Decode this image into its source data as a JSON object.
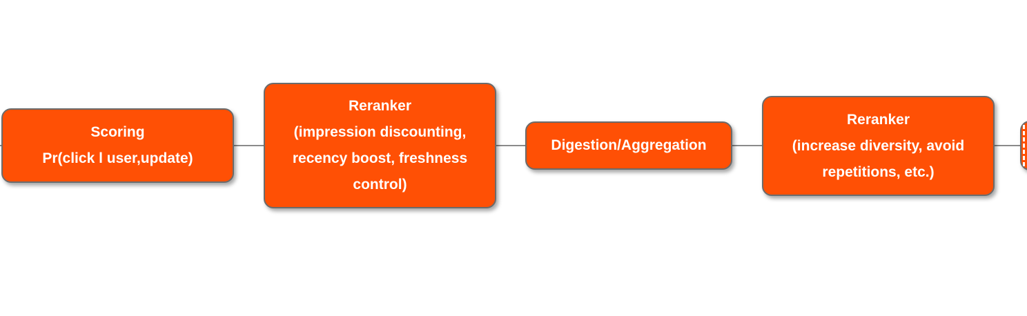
{
  "style": {
    "box_color": "#FF5005",
    "border_color": "#6B6B6B",
    "text_color": "#FFFFFF",
    "connector_color": "#8A8A8A"
  },
  "nodes": {
    "scoring": {
      "lines": [
        "Scoring",
        "Pr(click l user,update)"
      ]
    },
    "reranker1": {
      "lines": [
        "Reranker",
        "(impression discounting,",
        "recency boost, freshness",
        "control)"
      ]
    },
    "digestion": {
      "lines": [
        "Digestion/Aggregation"
      ]
    },
    "reranker2": {
      "lines": [
        "Reranker",
        "(increase diversity, avoid",
        "repetitions, etc.)"
      ]
    }
  }
}
